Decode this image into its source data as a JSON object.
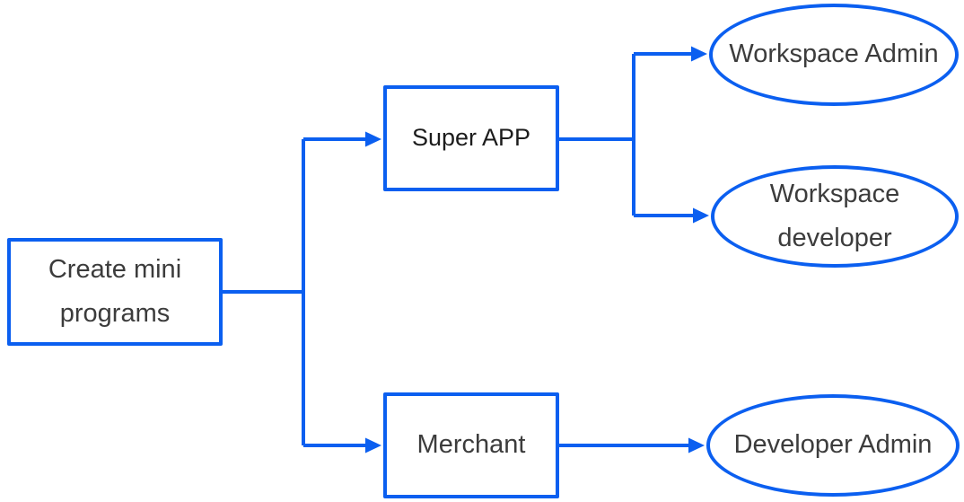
{
  "colors": {
    "accent": "#0b5ff0",
    "text": "#3c3c3c",
    "super_app_text": "#1c1c1c",
    "background": "#ffffff"
  },
  "diagram": {
    "nodes": [
      {
        "id": "create-mini-programs",
        "shape": "rectangle",
        "label": "Create mini programs"
      },
      {
        "id": "super-app",
        "shape": "rectangle",
        "label": "Super APP"
      },
      {
        "id": "merchant",
        "shape": "rectangle",
        "label": "Merchant"
      },
      {
        "id": "workspace-admin",
        "shape": "ellipse",
        "label": "Workspace Admin"
      },
      {
        "id": "workspace-developer",
        "shape": "ellipse",
        "label": "Workspace developer"
      },
      {
        "id": "developer-admin",
        "shape": "ellipse",
        "label": "Developer Admin"
      }
    ],
    "edges": [
      {
        "from": "create-mini-programs",
        "to": "super-app"
      },
      {
        "from": "create-mini-programs",
        "to": "merchant"
      },
      {
        "from": "super-app",
        "to": "workspace-admin"
      },
      {
        "from": "super-app",
        "to": "workspace-developer"
      },
      {
        "from": "merchant",
        "to": "developer-admin"
      }
    ]
  }
}
